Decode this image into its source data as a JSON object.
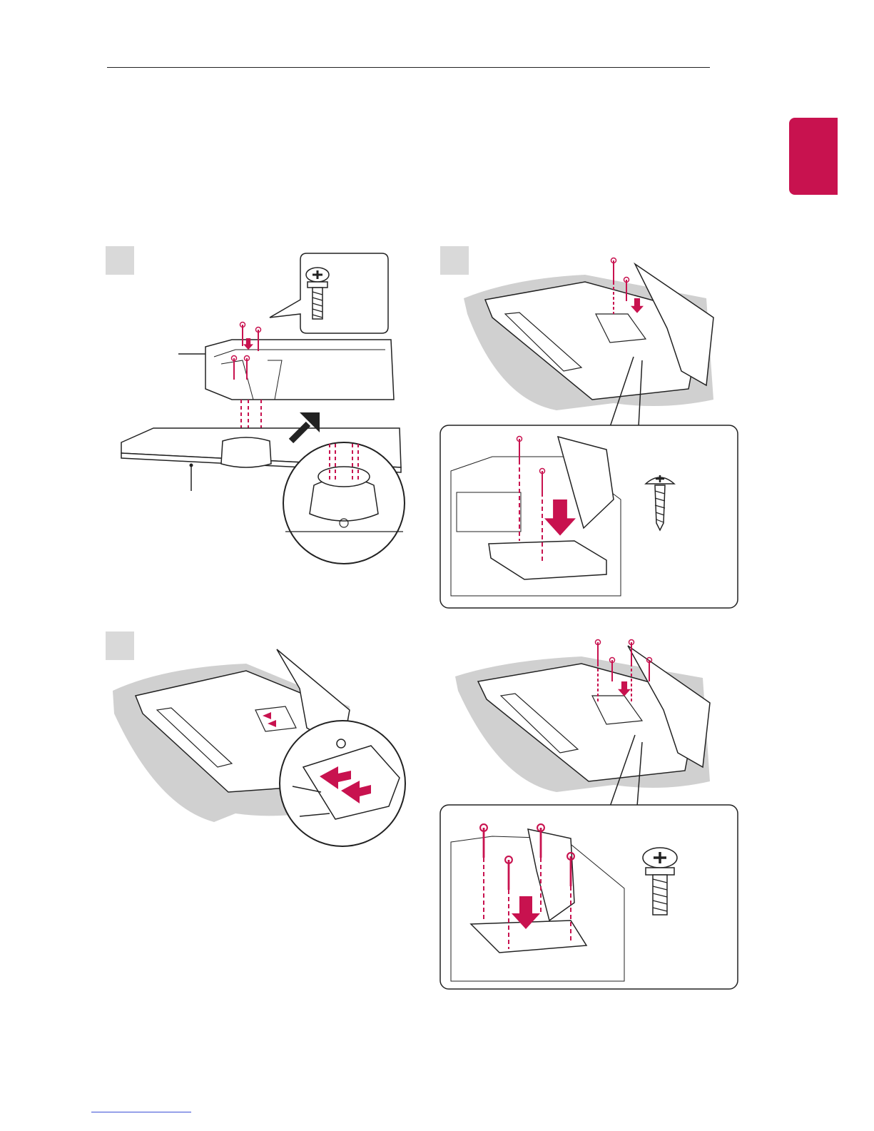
{
  "colors": {
    "accent": "#c8124f",
    "step_marker": "#d9d9d9",
    "line_art": "#222222",
    "shadow": "#c9c9c9",
    "link": "#3a4fd6"
  },
  "steps": [
    {
      "id": "step-1",
      "panel": "top-left"
    },
    {
      "id": "step-2",
      "panel": "top-right"
    },
    {
      "id": "step-3",
      "panel": "bottom-left"
    },
    {
      "id": "step-4",
      "panel": "bottom-right"
    }
  ],
  "icons": {
    "screw_small": "screw-icon",
    "screw_large": "bolt-icon",
    "arrow_down": "arrow-down-icon",
    "arrow_left": "arrow-left-icon",
    "arrow_diag": "arrow-diagonal-icon"
  }
}
